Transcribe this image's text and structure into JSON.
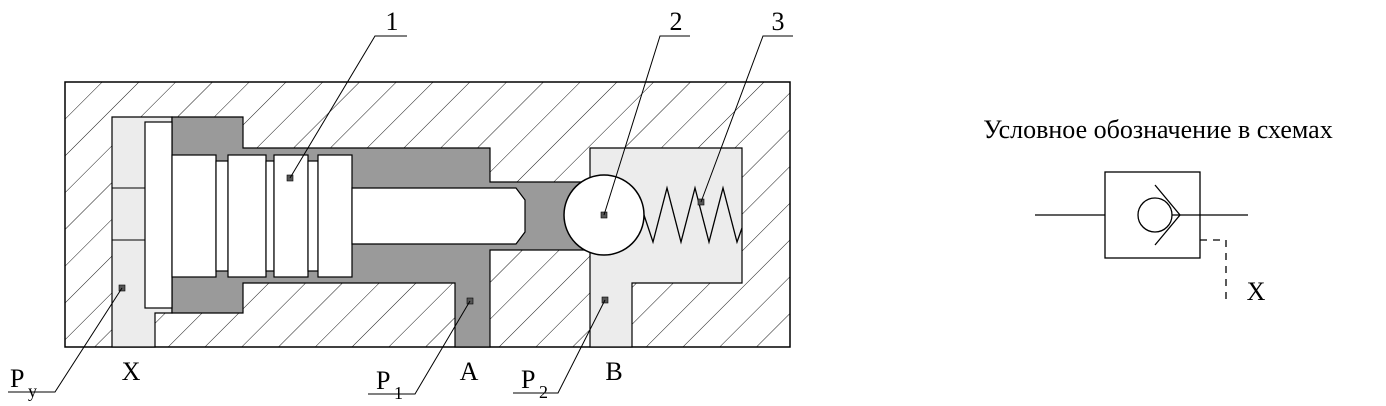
{
  "colors": {
    "hatch": "#000000",
    "cavity_light": "#ececec",
    "cavity_dark": "#9a9a9a",
    "outline": "#000000",
    "background": "#ffffff"
  },
  "callouts": {
    "n1": "1",
    "n2": "2",
    "n3": "3",
    "py_main": "P",
    "py_sub": "y",
    "p1_main": "P",
    "p1_sub": "1",
    "p2_main": "P",
    "p2_sub": "2"
  },
  "ports": {
    "x": "X",
    "a": "A",
    "b": "B"
  },
  "symbol": {
    "caption": "Условное обозначение в схемах",
    "pilot_label": "X"
  }
}
